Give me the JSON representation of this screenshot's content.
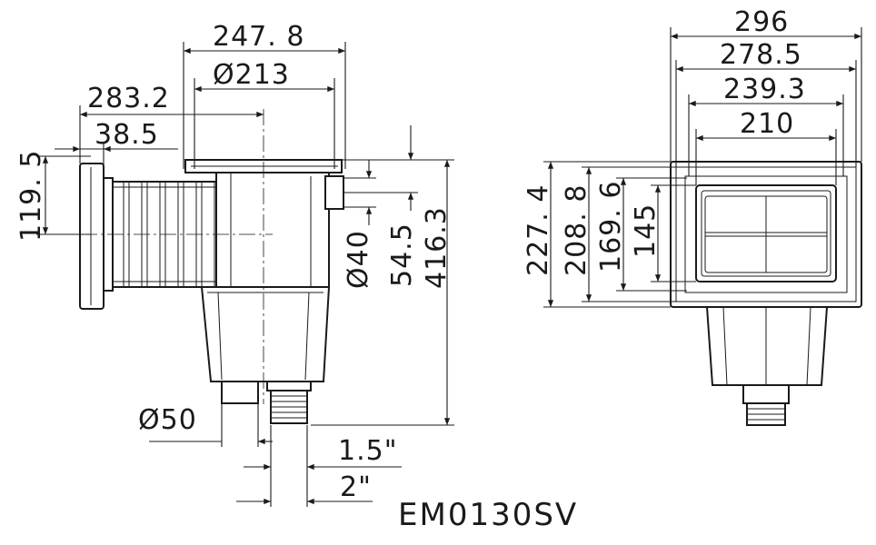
{
  "side_view": {
    "dimensions": {
      "width_top": "247. 8",
      "diameter_opening": "Ø213",
      "depth_total": "283.2",
      "flange_depth": "38.5",
      "flange_height": "119. 5",
      "diameter_outlet": "Ø40",
      "outlet_height": "54.5",
      "total_height": "416.3",
      "diameter_bottom": "Ø50",
      "thread_1": "1.5\"",
      "thread_2": "2\""
    }
  },
  "front_view": {
    "dimensions": {
      "width_1": "296",
      "width_2": "278.5",
      "width_3": "239.3",
      "width_4": "210",
      "height_1": "227. 4",
      "height_2": "208. 8",
      "height_3": "169. 6",
      "height_4": "145"
    }
  },
  "model_code": "EM0130SV"
}
